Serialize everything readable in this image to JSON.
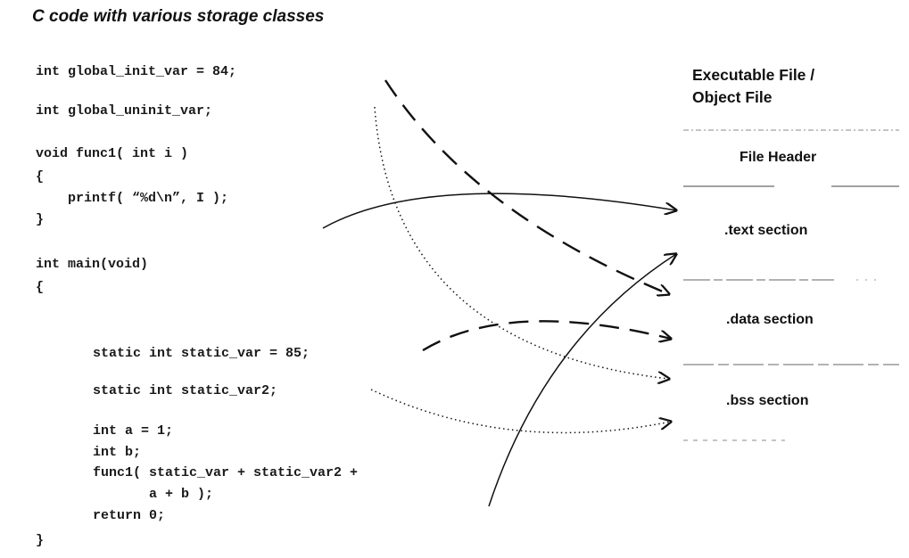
{
  "title": "C code with various storage classes",
  "code": {
    "line1": "int global_init_var = 84;",
    "line2": "int global_uninit_var;",
    "line3": "void func1( int i )",
    "line4": "{",
    "line5": "    printf( “%d\\n”, I );",
    "line6": "}",
    "line7": "int main(void)",
    "line8": "{",
    "line9": "static int static_var = 85;",
    "line10": "static int static_var2;",
    "line11": "int a = 1;",
    "line12": "int b;",
    "line13": "func1( static_var + static_var2 +",
    "line14": "       a + b );",
    "line15": "return 0;",
    "line16": "}"
  },
  "panel": {
    "title_line1": "Executable File /",
    "title_line2": "Object File",
    "sections": {
      "file_header": "File Header",
      "text": ".text section",
      "data": ".data section",
      "bss": ".bss section"
    }
  }
}
